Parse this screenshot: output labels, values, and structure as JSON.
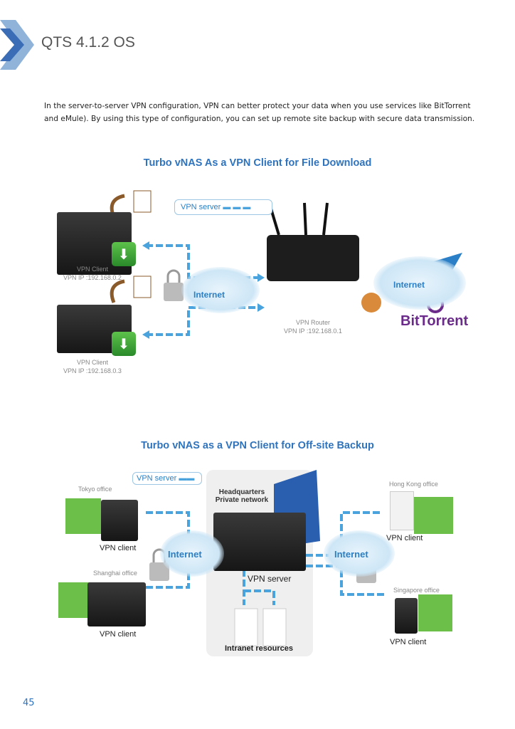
{
  "header": {
    "title": "QTS 4.1.2 OS",
    "logo": "qnap-chevron-logo"
  },
  "intro": "In the server-to-server VPN configuration, VPN can better protect your data when you use services like BitTorrent and eMule). By using this type of configuration, you can set up remote site backup with secure data transmission.",
  "figure1": {
    "title": "Turbo vNAS As a VPN Client for File Download",
    "legend": "VPN server",
    "client1": [
      "VPN Client",
      "VPN IP :192.168.0.2"
    ],
    "client2": [
      "VPN Client",
      "VPN IP :192.168.0.3"
    ],
    "internet": "Internet",
    "router": [
      "VPN Router",
      "VPN IP :192.168.0.1"
    ],
    "internet2": "Internet",
    "bittorrent": "BitTorrent"
  },
  "figure2": {
    "title": "Turbo vNAS as a VPN Client for Off-site Backup",
    "legend": "VPN server",
    "hq": [
      "Headquarters",
      "Private network"
    ],
    "server": "VPN server",
    "intranet": "Intranet resources",
    "internet_left": "Internet",
    "internet_right": "Internet",
    "offices": [
      {
        "name": "Tokyo office",
        "role": "VPN client"
      },
      {
        "name": "Shanghai office",
        "role": "VPN client"
      },
      {
        "name": "Hong Kong office",
        "role": "VPN client"
      },
      {
        "name": "Singapore office",
        "role": "VPN client"
      }
    ]
  },
  "page_number": "45",
  "colors": {
    "accent": "#2f73bd",
    "link_line": "#4aa3dc",
    "green": "#6cc04a"
  }
}
